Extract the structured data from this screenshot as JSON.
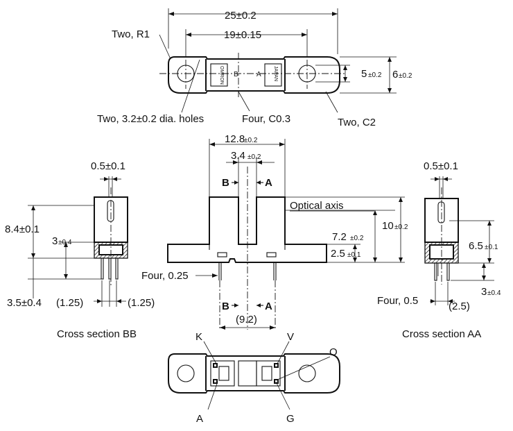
{
  "top_view": {
    "dim_overall": "25±0.2",
    "dim_hole_pitch": "19±0.15",
    "radius_note": "Two, R1",
    "hole_note": "Two, 3.2±0.2 dia. holes",
    "chamfer_four": "Four, C0.3",
    "chamfer_two": "Two, C2",
    "dim_slot_main": "5",
    "dim_slot_tol": "±0.2",
    "dim_width_main": "6",
    "dim_width_tol": "±0.2",
    "section_a": "A",
    "section_b": "B",
    "marking_left": "OMRON",
    "marking_right": "JAPAN"
  },
  "front_view": {
    "dim_width_main": "12.8",
    "dim_width_tol": "±0.2",
    "dim_slot_main": "3.4",
    "dim_slot_tol": "±0.2",
    "section_b": "B",
    "section_a": "A",
    "optical_axis": "Optical axis",
    "dim_height_main": "10",
    "dim_height_tol": "±0.2",
    "dim_axis_main": "7.2",
    "dim_axis_tol": "±0.2",
    "dim_flange_main": "2.5",
    "dim_flange_tol": "±0.1",
    "pin_note": "Four, 0.25",
    "dim_pin_pitch": "(9.2)"
  },
  "section_bb": {
    "dim_top": "0.5±0.1",
    "dim_height": "8.4±0.1",
    "dim_base_main": "3",
    "dim_base_tol": "±0.4",
    "dim_pin": "3.5±0.4",
    "dim_pitch_a": "(1.25)",
    "dim_pitch_b": "(1.25)",
    "caption": "Cross section BB"
  },
  "section_aa": {
    "dim_top": "0.5±0.1",
    "dim_axis_main": "6.5",
    "dim_axis_tol": "±0.1",
    "dim_base_main": "3",
    "dim_base_tol": "±0.4",
    "pin_note": "Four, 0.5",
    "dim_pitch": "(2.5)",
    "caption": "Cross section AA"
  },
  "bottom_view": {
    "pin_k": "K",
    "pin_v": "V",
    "pin_o": "O",
    "pin_a": "A",
    "pin_g": "G"
  }
}
